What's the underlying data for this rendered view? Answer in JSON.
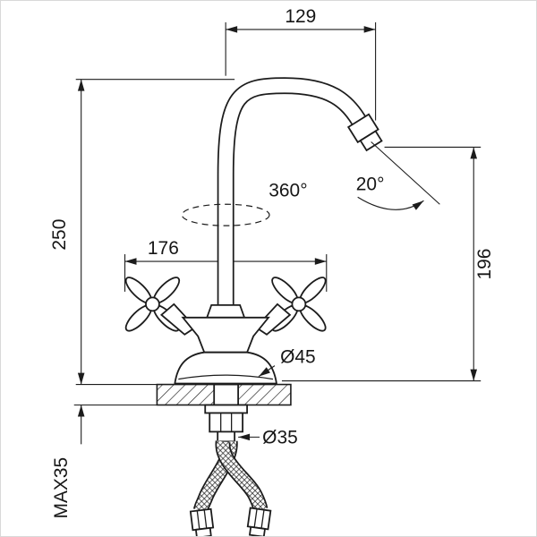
{
  "drawing": {
    "background": "#ffffff",
    "line_color": "#1c1c1c"
  },
  "annotations": {
    "spout_reach": "129",
    "overall_height": "250",
    "handle_span": "176",
    "outlet_height": "196",
    "swivel_angle": "360°",
    "spray_angle": "20°",
    "base_diameter": "Ø45",
    "mount_hole_diameter": "Ø35",
    "max_deck_thickness": "MAX35"
  }
}
